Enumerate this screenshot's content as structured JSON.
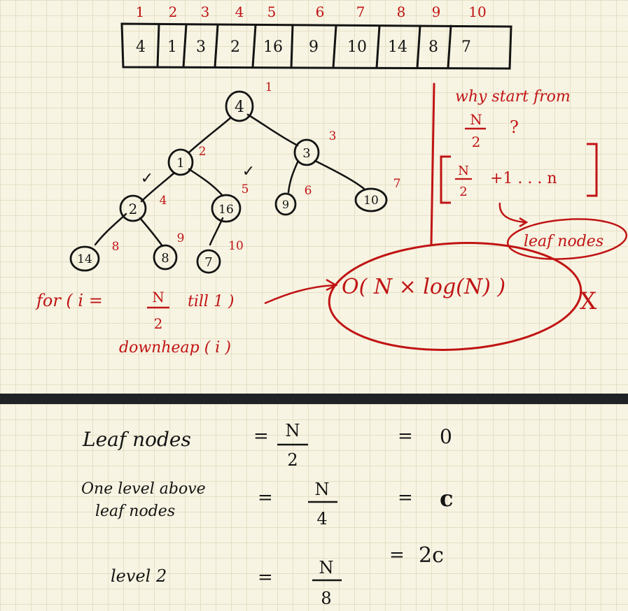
{
  "colors": {
    "black_ink": "#141414",
    "red_ink": "#c01414",
    "paper": "#f7f4e3",
    "divider": "#1f2326"
  },
  "array": {
    "indices": [
      "1",
      "2",
      "3",
      "4",
      "5",
      "6",
      "7",
      "8",
      "9",
      "10"
    ],
    "values": [
      "4",
      "1",
      "3",
      "2",
      "16",
      "9",
      "10",
      "14",
      "8",
      "7"
    ]
  },
  "tree": {
    "nodes": [
      {
        "value": "4",
        "index": "1"
      },
      {
        "value": "1",
        "index": "2"
      },
      {
        "value": "3",
        "index": "3"
      },
      {
        "value": "2",
        "index": "4"
      },
      {
        "value": "16",
        "index": "5"
      },
      {
        "value": "9",
        "index": "6"
      },
      {
        "value": "10",
        "index": "7"
      },
      {
        "value": "14",
        "index": "8"
      },
      {
        "value": "8",
        "index": "9"
      },
      {
        "value": "7",
        "index": "10"
      }
    ],
    "check_marks": [
      "✓",
      "✓"
    ]
  },
  "loop": {
    "for_text": "for ( i =",
    "n": "N",
    "two": "2",
    "till_text": "till  1 )",
    "downheap_text": "downheap ( i )"
  },
  "complexity": {
    "text": "O( N  × log(N) )",
    "cross": "X"
  },
  "side_note": {
    "question": "why  start from",
    "n": "N",
    "two": "2",
    "qmark": "?",
    "range_n": "N",
    "range_two": "2",
    "range_tail": "+1 . . .  n",
    "leaf_label": "leaf nodes"
  },
  "analysis": {
    "rows": [
      {
        "label_line1": "Leaf  nodes",
        "label_line2": "",
        "eq1": "=",
        "num": "N",
        "den": "2",
        "eq2": "=",
        "result": "0"
      },
      {
        "label_line1": "One  level  above",
        "label_line2": "leaf  nodes",
        "eq1": "=",
        "num": "N",
        "den": "4",
        "eq2": "=",
        "result": "c"
      },
      {
        "label_line1": "level  2",
        "label_line2": "",
        "eq1": "=",
        "num": "N",
        "den": "8",
        "eq2": "=",
        "result": "2c"
      }
    ]
  }
}
